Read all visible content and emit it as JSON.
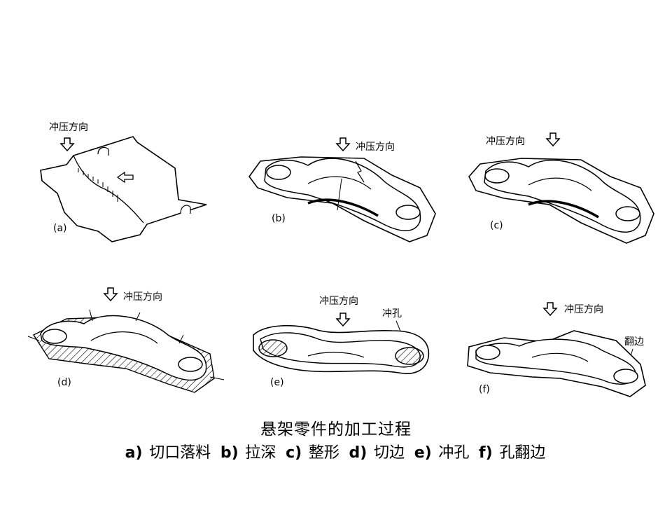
{
  "title": "悬架零件的加工过程",
  "legend": [
    {
      "key": "a)",
      "text": "切口落料"
    },
    {
      "key": "b)",
      "text": "拉深"
    },
    {
      "key": "c)",
      "text": "整形"
    },
    {
      "key": "d)",
      "text": "切边"
    },
    {
      "key": "e)",
      "text": "冲孔"
    },
    {
      "key": "f)",
      "text": "孔翻边"
    }
  ],
  "panels": [
    {
      "label": "(a)",
      "annotations": [
        "冲压方向"
      ]
    },
    {
      "label": "(b)",
      "annotations": [
        "冲压方向"
      ]
    },
    {
      "label": "(c)",
      "annotations": [
        "冲压方向"
      ]
    },
    {
      "label": "(d)",
      "annotations": [
        "冲压方向"
      ]
    },
    {
      "label": "(e)",
      "annotations": [
        "冲压方向",
        "冲孔"
      ]
    },
    {
      "label": "(f)",
      "annotations": [
        "冲压方向",
        "翻边"
      ]
    }
  ]
}
